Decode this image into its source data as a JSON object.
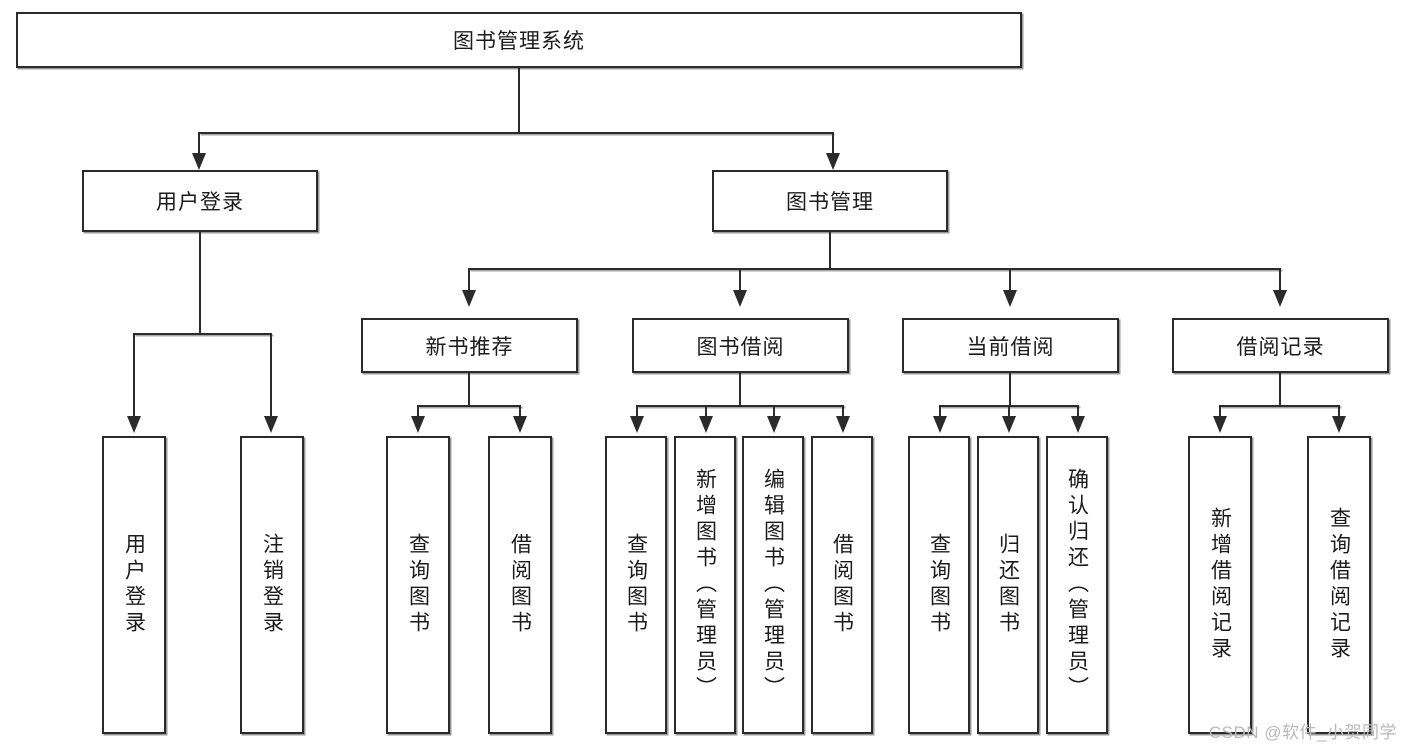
{
  "diagram": {
    "title": "图书管理系统",
    "type": "tree",
    "root": {
      "id": "root",
      "label": "图书管理系统",
      "orientation": "horizontal"
    },
    "level2": [
      {
        "id": "user-login",
        "label": "用户登录",
        "orientation": "horizontal"
      },
      {
        "id": "book-management",
        "label": "图书管理",
        "orientation": "horizontal"
      }
    ],
    "level3": [
      {
        "id": "new-book-recommend",
        "label": "新书推荐",
        "parent": "book-management",
        "orientation": "horizontal"
      },
      {
        "id": "book-borrow",
        "label": "图书借阅",
        "parent": "book-management",
        "orientation": "horizontal"
      },
      {
        "id": "current-borrow",
        "label": "当前借阅",
        "parent": "book-management",
        "orientation": "horizontal"
      },
      {
        "id": "borrow-record",
        "label": "借阅记录",
        "parent": "book-management",
        "orientation": "horizontal"
      }
    ],
    "leaves": [
      {
        "id": "leaf-user-login",
        "label": "用户登录",
        "parent": "user-login",
        "orientation": "vertical"
      },
      {
        "id": "leaf-user-logout",
        "label": "注销登录",
        "parent": "user-login",
        "orientation": "vertical"
      },
      {
        "id": "leaf-query-book-1",
        "label": "查询图书",
        "parent": "new-book-recommend",
        "orientation": "vertical"
      },
      {
        "id": "leaf-borrow-book-1",
        "label": "借阅图书",
        "parent": "new-book-recommend",
        "orientation": "vertical"
      },
      {
        "id": "leaf-query-book-2",
        "label": "查询图书",
        "parent": "book-borrow",
        "orientation": "vertical"
      },
      {
        "id": "leaf-add-book",
        "label": "新增图书（管理员）",
        "parent": "book-borrow",
        "orientation": "vertical"
      },
      {
        "id": "leaf-edit-book",
        "label": "编辑图书（管理员）",
        "parent": "book-borrow",
        "orientation": "vertical"
      },
      {
        "id": "leaf-borrow-book-2",
        "label": "借阅图书",
        "parent": "book-borrow",
        "orientation": "vertical"
      },
      {
        "id": "leaf-query-book-3",
        "label": "查询图书",
        "parent": "current-borrow",
        "orientation": "vertical"
      },
      {
        "id": "leaf-return-book",
        "label": "归还图书",
        "parent": "current-borrow",
        "orientation": "vertical"
      },
      {
        "id": "leaf-confirm-return",
        "label": "确认归还（管理员）",
        "parent": "current-borrow",
        "orientation": "vertical"
      },
      {
        "id": "leaf-add-borrow-record",
        "label": "新增借阅记录",
        "parent": "borrow-record",
        "orientation": "vertical"
      },
      {
        "id": "leaf-query-borrow-record",
        "label": "查询借阅记录",
        "parent": "borrow-record",
        "orientation": "vertical"
      }
    ]
  },
  "watermark": {
    "text": "CSDN @软件_小贺同学"
  },
  "colors": {
    "box_border": "#2b2b2b",
    "box_fill": "#ffffff",
    "line": "#2b2b2b",
    "text": "#1b1b1b",
    "watermark": "#b9b9b9",
    "shadow": "#9a9a9a"
  }
}
